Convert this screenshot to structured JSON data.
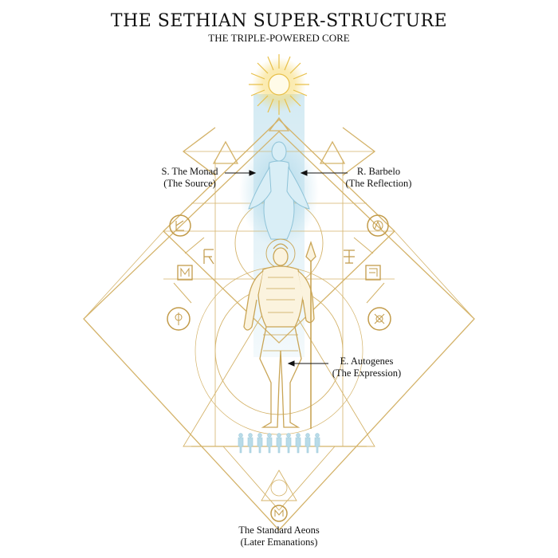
{
  "title": "THE SETHIAN SUPER-STRUCTURE",
  "subtitle": "THE TRIPLE-POWERED CORE",
  "labels": {
    "monad": {
      "line1": "S. The Monad",
      "line2": "(The Source)"
    },
    "barbelo": {
      "line1": "R. Barbelo",
      "line2": "(The Reflection)"
    },
    "autogenes": {
      "line1": "E. Autogenes",
      "line2": "(The Expression)"
    },
    "aeons": {
      "line1": "The Standard Aeons",
      "line2": "(Later Emanations)"
    }
  },
  "colors": {
    "gold": "#d4b36a",
    "gold_dark": "#c29b4a",
    "light_beam": "#bfe0ee",
    "sun": "#f6d55c",
    "text": "#111111"
  },
  "icons": [
    "sun-icon",
    "triangle-icon",
    "circle-sigil-icon",
    "square-sigil-icon",
    "figure-icon",
    "crowd-icon"
  ]
}
